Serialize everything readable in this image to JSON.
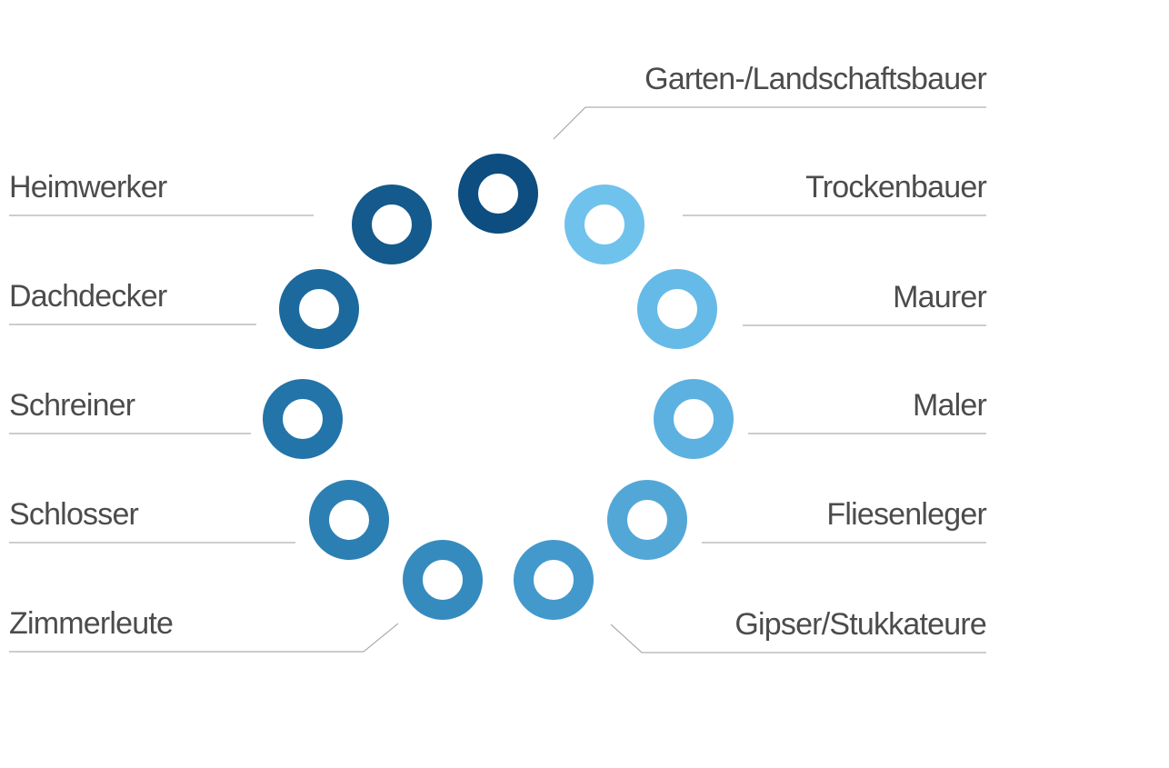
{
  "diagram": {
    "background_color": "#FFFFFF",
    "text_color": "#4C4C4C",
    "line_color": "#9B9B9B",
    "items": [
      {
        "label": "Garten-/Landschaftsbauer",
        "color": "#0D4D7F",
        "side": "right"
      },
      {
        "label": "Trockenbauer",
        "color": "#6FC2EC",
        "side": "right"
      },
      {
        "label": "Maurer",
        "color": "#66BAE7",
        "side": "right"
      },
      {
        "label": "Maler",
        "color": "#5DB1E0",
        "side": "right"
      },
      {
        "label": "Fliesenleger",
        "color": "#52A7D6",
        "side": "right"
      },
      {
        "label": "Gipser/Stukkateure",
        "color": "#4399CB",
        "side": "right"
      },
      {
        "label": "Zimmerleute",
        "color": "#368BBE",
        "side": "left"
      },
      {
        "label": "Schlosser",
        "color": "#2C7FB2",
        "side": "left"
      },
      {
        "label": "Schreiner",
        "color": "#2374A9",
        "side": "left"
      },
      {
        "label": "Dachdecker",
        "color": "#1C699D",
        "side": "left"
      },
      {
        "label": "Heimwerker",
        "color": "#145A8C",
        "side": "left"
      }
    ]
  }
}
